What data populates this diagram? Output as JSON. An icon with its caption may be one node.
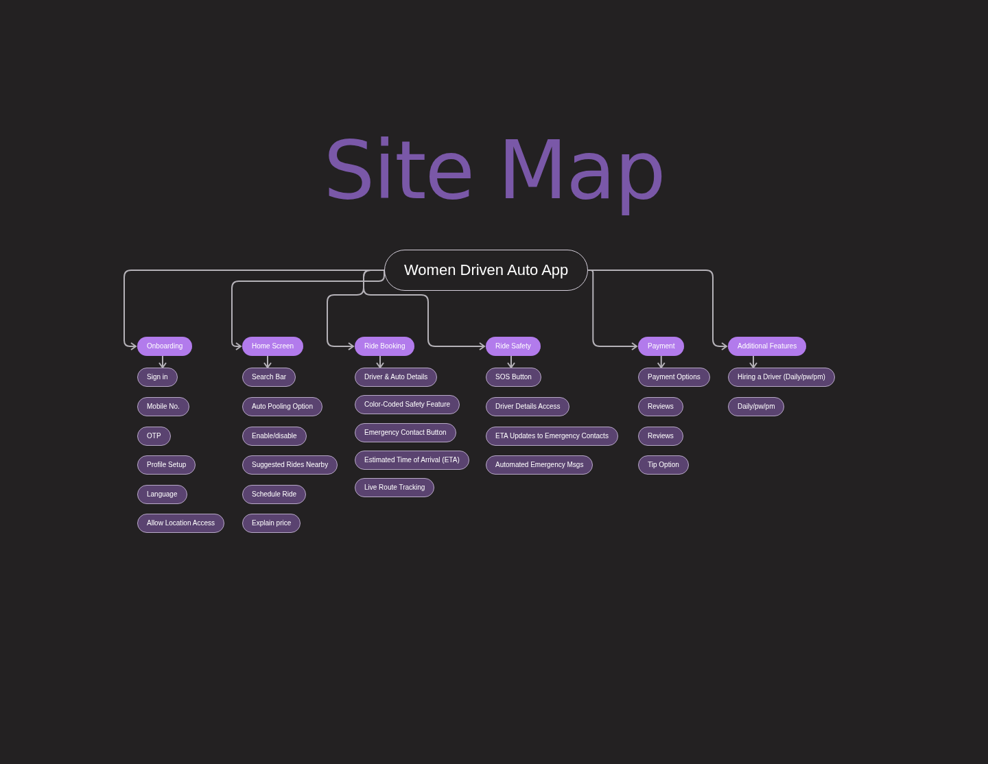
{
  "diagram": {
    "title": "Site Map",
    "nodes": [
      {
        "text": [
          "Women Driven Auto App"
        ]
      },
      {
        "text": [
          "Onboarding"
        ]
      },
      {
        "text": [
          "Sign in"
        ]
      },
      {
        "text": [
          "Mobile No."
        ]
      },
      {
        "text": [
          "OTP"
        ]
      },
      {
        "text": [
          "Profile Setup"
        ]
      },
      {
        "text": [
          "Language"
        ]
      },
      {
        "text": [
          "Allow Location Access"
        ]
      },
      {
        "text": [
          "Home Screen"
        ]
      },
      {
        "text": [
          "Search Bar"
        ]
      },
      {
        "text": [
          "Auto Pooling Option"
        ]
      },
      {
        "text": [
          "Enable/disable"
        ]
      },
      {
        "text": [
          "Suggested Rides Nearby"
        ]
      },
      {
        "text": [
          "Schedule Ride"
        ]
      },
      {
        "text": [
          "Explain price"
        ]
      },
      {
        "text": [
          "Ride Booking"
        ]
      },
      {
        "text": [
          "Driver & Auto Details"
        ]
      },
      {
        "text": [
          "Color-Coded Safety Feature"
        ]
      },
      {
        "text": [
          "Emergency Contact Button"
        ]
      },
      {
        "text": [
          "Estimated Time of Arrival (ETA)"
        ]
      },
      {
        "text": [
          "Live Route Tracking"
        ]
      },
      {
        "text": [
          "Ride Safety"
        ]
      },
      {
        "text": [
          "SOS Button"
        ]
      },
      {
        "text": [
          "Driver Details Access"
        ]
      },
      {
        "text": [
          "ETA Updates to Emergency Contacts"
        ]
      },
      {
        "text": [
          "Automated Emergency Msgs"
        ]
      },
      {
        "text": [
          "Payment"
        ]
      },
      {
        "text": [
          "Payment Options"
        ]
      },
      {
        "text": [
          "Reviews"
        ]
      },
      {
        "text": [
          "Reviews"
        ]
      },
      {
        "text": [
          "Tip Option"
        ]
      },
      {
        "text": [
          "Additional Features"
        ]
      },
      {
        "text": [
          "Hiring a Driver (Daily/pw/pm)"
        ]
      },
      {
        "text": [
          "Daily/pw/pm"
        ]
      }
    ],
    "edges": [
      {
        "from": 0,
        "to": 1,
        "arrow": "to"
      },
      {
        "from": 0,
        "to": 8,
        "arrow": "to"
      },
      {
        "from": 0,
        "to": 15,
        "arrow": "to"
      },
      {
        "from": 0,
        "to": 21,
        "arrow": "to"
      },
      {
        "from": 0,
        "to": 26,
        "arrow": "to"
      },
      {
        "from": 0,
        "to": 31,
        "arrow": "to"
      },
      {
        "from": 1,
        "to": 2,
        "arrow": "to"
      },
      {
        "from": 8,
        "to": 9,
        "arrow": "to"
      },
      {
        "from": 15,
        "to": 16,
        "arrow": "to"
      },
      {
        "from": 21,
        "to": 22,
        "arrow": "to"
      },
      {
        "from": 26,
        "to": 27,
        "arrow": "to"
      },
      {
        "from": 31,
        "to": 32,
        "arrow": "to"
      }
    ]
  }
}
